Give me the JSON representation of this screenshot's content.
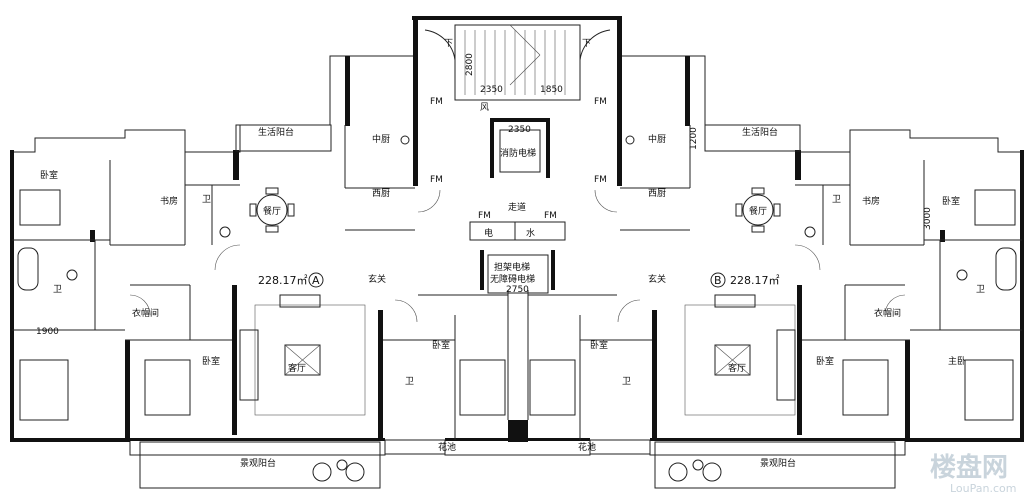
{
  "labels": {
    "life_balcony": "生活阳台",
    "kitchen": "中厨",
    "west_kitchen": "西厨",
    "dining": "餐厅",
    "bedroom": "卧室",
    "study": "书房",
    "bath": "卫",
    "closet": "衣帽间",
    "living": "客厅",
    "foyer": "玄关",
    "master": "主卧",
    "corridor": "走道",
    "elec": "电",
    "water": "水",
    "fire_elevator": "消防电梯",
    "stretcher_elev_1": "担架电梯",
    "stretcher_elev_2": "无障碍电梯",
    "planter": "花池",
    "view_balcony": "景观阳台",
    "down": "下",
    "fm": "FM",
    "wind": "风"
  },
  "units": {
    "a_area": "228.17㎡",
    "a_tag": "A",
    "b_area": "228.17㎡",
    "b_tag": "B"
  },
  "dims": {
    "d2350": "2350",
    "d1850": "1850",
    "d2800": "2800",
    "d2750": "2750",
    "d1900": "1900",
    "d1200": "1200",
    "d3000": "3000"
  },
  "watermark": {
    "cn": "楼盘网",
    "en": "LouPan.com"
  }
}
